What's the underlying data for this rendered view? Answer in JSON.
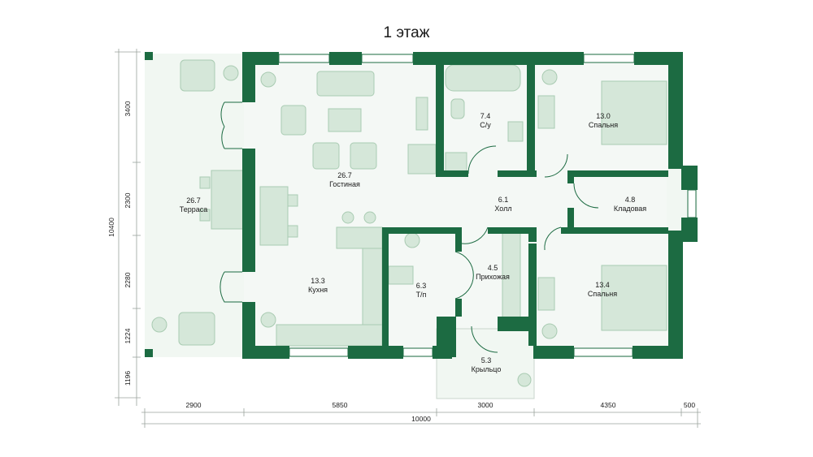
{
  "title": "1 этаж",
  "colors": {
    "wall": "#1c6b42",
    "floor": "#f1f7f2",
    "furniture": "#d5e7d9",
    "furniture_stroke": "#a9cbb2",
    "dim_line": "#9aa39c"
  },
  "rooms": [
    {
      "area": "26.7",
      "name": "Терраса"
    },
    {
      "area": "26.7",
      "name": "Гостиная"
    },
    {
      "area": "7.4",
      "name": "С/у"
    },
    {
      "area": "13.0",
      "name": "Спальня"
    },
    {
      "area": "6.1",
      "name": "Холл"
    },
    {
      "area": "4.8",
      "name": "Кладовая"
    },
    {
      "area": "13.3",
      "name": "Кухня"
    },
    {
      "area": "6.3",
      "name": "Т/п"
    },
    {
      "area": "4.5",
      "name": "Прихожая"
    },
    {
      "area": "13.4",
      "name": "Спальня"
    },
    {
      "area": "5.3",
      "name": "Крыльцо"
    }
  ],
  "dimensions": {
    "left": [
      "3400",
      "2300",
      "2280",
      "1224",
      "1196"
    ],
    "left_total": "10400",
    "bottom": [
      "2900",
      "5850",
      "3000",
      "4350",
      "500"
    ],
    "bottom_total": "10000"
  }
}
